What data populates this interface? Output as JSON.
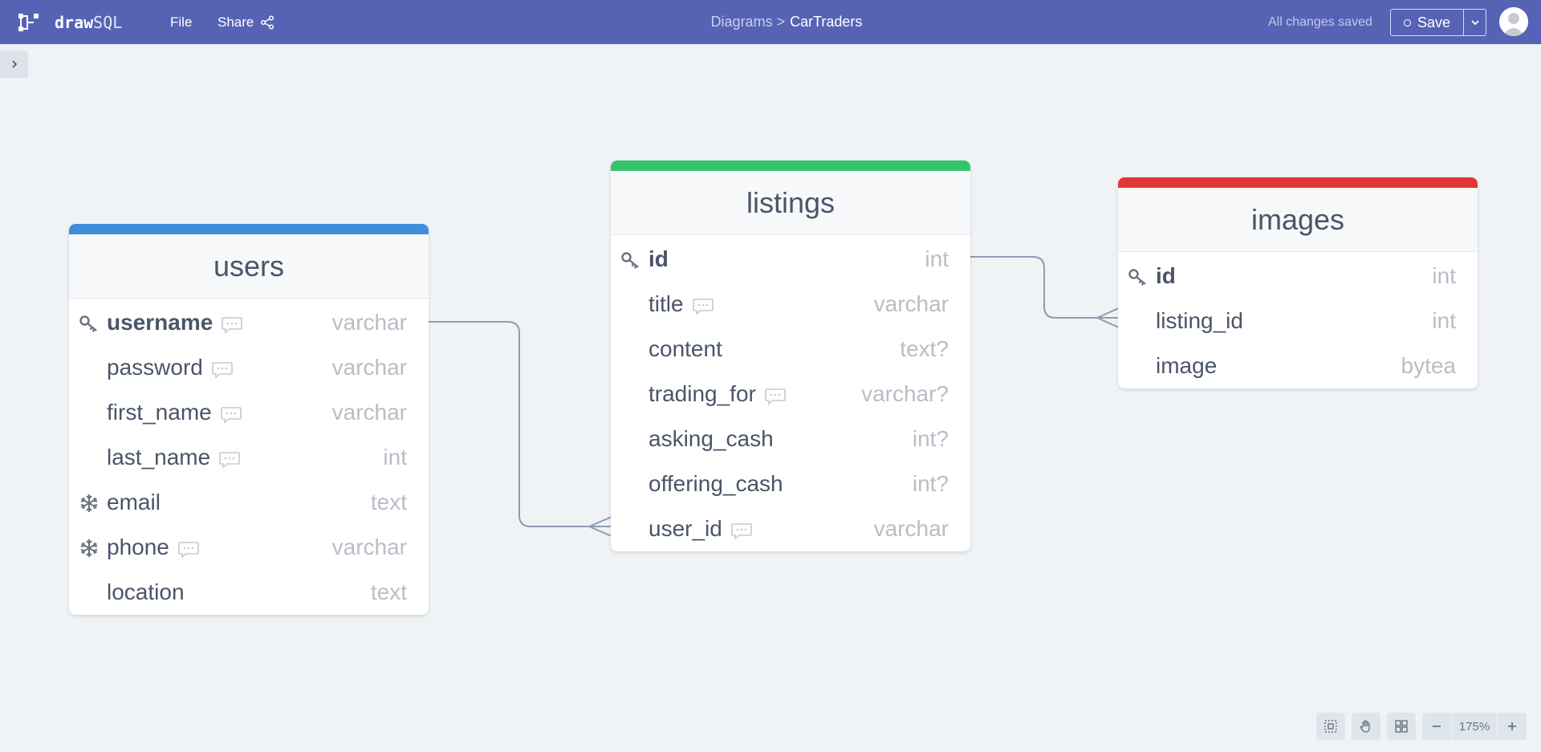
{
  "app": {
    "brand_bold": "draw",
    "brand_rest": "SQL",
    "menu_file": "File",
    "menu_share": "Share"
  },
  "breadcrumb": {
    "parent": "Diagrams >",
    "current": "CarTraders"
  },
  "status_text": "All changes saved",
  "save_label": "Save",
  "zoom_label": "175%",
  "colors": {
    "topbar": "#5663b5",
    "users": "#3b8fdb",
    "listings": "#35c36c",
    "images": "#e23737"
  },
  "tables": {
    "users": {
      "name": "users",
      "rows": [
        {
          "name": "username",
          "type": "varchar",
          "icon": "key-icon",
          "comment": true,
          "pk": true
        },
        {
          "name": "password",
          "type": "varchar",
          "icon": "",
          "comment": true
        },
        {
          "name": "first_name",
          "type": "varchar",
          "icon": "",
          "comment": true
        },
        {
          "name": "last_name",
          "type": "int",
          "icon": "",
          "comment": true
        },
        {
          "name": "email",
          "type": "text",
          "icon": "snowflake-icon",
          "comment": false
        },
        {
          "name": "phone",
          "type": "varchar",
          "icon": "snowflake-icon",
          "comment": true
        },
        {
          "name": "location",
          "type": "text",
          "icon": "",
          "comment": false
        }
      ]
    },
    "listings": {
      "name": "listings",
      "rows": [
        {
          "name": "id",
          "type": "int",
          "icon": "key-icon",
          "comment": false,
          "pk": true
        },
        {
          "name": "title",
          "type": "varchar",
          "icon": "",
          "comment": true
        },
        {
          "name": "content",
          "type": "text?",
          "icon": "",
          "comment": false
        },
        {
          "name": "trading_for",
          "type": "varchar?",
          "icon": "",
          "comment": true
        },
        {
          "name": "asking_cash",
          "type": "int?",
          "icon": "",
          "comment": false
        },
        {
          "name": "offering_cash",
          "type": "int?",
          "icon": "",
          "comment": false
        },
        {
          "name": "user_id",
          "type": "varchar",
          "icon": "",
          "comment": true
        }
      ]
    },
    "images": {
      "name": "images",
      "rows": [
        {
          "name": "id",
          "type": "int",
          "icon": "key-icon",
          "comment": false,
          "pk": true
        },
        {
          "name": "listing_id",
          "type": "int",
          "icon": "",
          "comment": false
        },
        {
          "name": "image",
          "type": "bytea",
          "icon": "",
          "comment": false
        }
      ]
    }
  }
}
